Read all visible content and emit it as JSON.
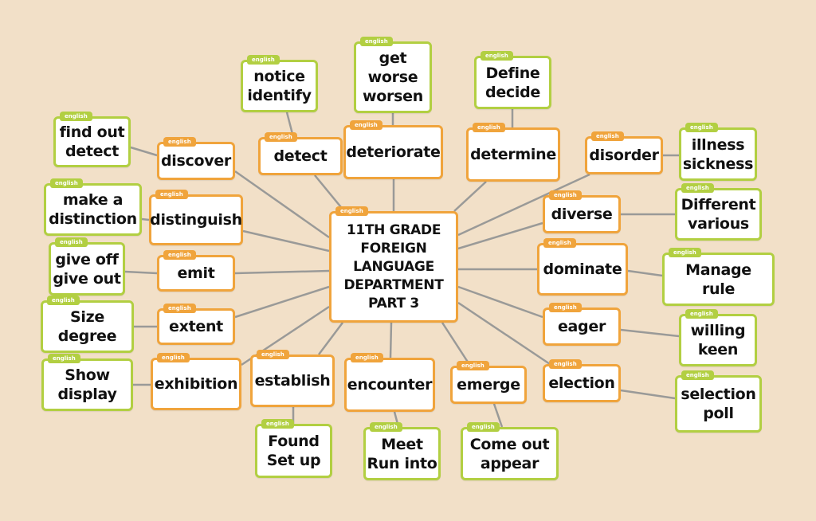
{
  "diagram": {
    "type": "mind-map",
    "colors": {
      "background": "#F2E0C8",
      "orange": "#F0A43C",
      "green": "#B2CF42",
      "line": "#9A9A98"
    },
    "tag_label": "english",
    "center": {
      "label": "11TH GRADE\nFOREIGN\nLANGUAGE\nDEPARTMENT\nPART 3"
    },
    "words": [
      {
        "id": "discover",
        "label": "discover",
        "synonyms": "find out\ndetect"
      },
      {
        "id": "distinguish",
        "label": "distinguish",
        "synonyms": "make a\ndistinction"
      },
      {
        "id": "emit",
        "label": "emit",
        "synonyms": "give off\ngive out"
      },
      {
        "id": "extent",
        "label": "extent",
        "synonyms": "Size\ndegree"
      },
      {
        "id": "exhibition",
        "label": "exhibition",
        "synonyms": "Show\ndisplay"
      },
      {
        "id": "detect",
        "label": "detect",
        "synonyms": "notice\nidentify"
      },
      {
        "id": "deteriorate",
        "label": "deteriorate",
        "synonyms": "get\nworse\nworsen"
      },
      {
        "id": "determine",
        "label": "determine",
        "synonyms": "Define\ndecide"
      },
      {
        "id": "disorder",
        "label": "disorder",
        "synonyms": "illness\nsickness"
      },
      {
        "id": "diverse",
        "label": "diverse",
        "synonyms": "Different\nvarious"
      },
      {
        "id": "dominate",
        "label": "dominate",
        "synonyms": "Manage\nrule"
      },
      {
        "id": "eager",
        "label": "eager",
        "synonyms": "willing\nkeen"
      },
      {
        "id": "election",
        "label": "election",
        "synonyms": "selection\npoll"
      },
      {
        "id": "establish",
        "label": "establish",
        "synonyms": "Found\nSet up"
      },
      {
        "id": "encounter",
        "label": "encounter",
        "synonyms": "Meet\nRun into"
      },
      {
        "id": "emerge",
        "label": "emerge",
        "synonyms": "Come out\nappear"
      }
    ]
  }
}
